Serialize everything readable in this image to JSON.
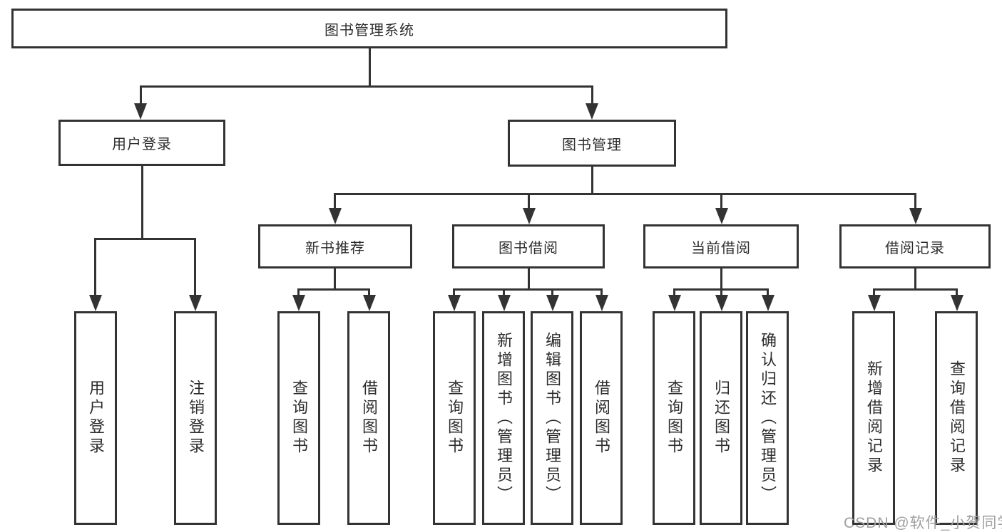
{
  "diagram": {
    "type": "hierarchy-tree",
    "root": {
      "label": "图书管理系统",
      "children": [
        {
          "label": "用户登录",
          "children": [
            {
              "label": "用户登录"
            },
            {
              "label": "注销登录"
            }
          ]
        },
        {
          "label": "图书管理",
          "children": [
            {
              "label": "新书推荐",
              "children": [
                {
                  "label": "查询图书"
                },
                {
                  "label": "借阅图书"
                }
              ]
            },
            {
              "label": "图书借阅",
              "children": [
                {
                  "label": "查询图书"
                },
                {
                  "label": "新增图书（管理员）"
                },
                {
                  "label": "编辑图书（管理员）"
                },
                {
                  "label": "借阅图书"
                }
              ]
            },
            {
              "label": "当前借阅",
              "children": [
                {
                  "label": "查询图书"
                },
                {
                  "label": "归还图书"
                },
                {
                  "label": "确认归还（管理员）"
                }
              ]
            },
            {
              "label": "借阅记录",
              "children": [
                {
                  "label": "新增借阅记录"
                },
                {
                  "label": "查询借阅记录"
                }
              ]
            }
          ]
        }
      ]
    }
  },
  "watermark": {
    "text": "CSDN @软件_小贺同学"
  },
  "colors": {
    "line": "#333333",
    "text": "#2d2d2d",
    "background": "#ffffff",
    "watermark": "#a0a0a0"
  }
}
